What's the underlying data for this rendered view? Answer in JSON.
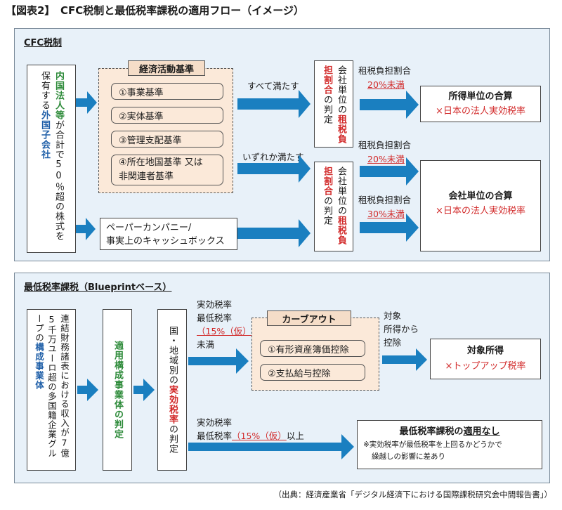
{
  "title": "【図表2】　CFC税制と最低税率課税の適用フロー（イメージ）",
  "cfc": {
    "section": "CFC税制",
    "left_pre": "株式を保有する",
    "left_green": "内国法人等",
    "left_mid": "が合計で50％超の",
    "left_blue": "外国子会社",
    "header": "経済活動基準",
    "criteria": [
      "①事業基準",
      "②実体基準",
      "③管理支配基準",
      "④所在地国基準 又は",
      "非関連者基準"
    ],
    "paper1": "ペーパーカンパニー/",
    "paper2": "事実上のキャッシュボックス",
    "cond_all": "すべて満たす",
    "cond_any": "いずれか満たす",
    "judge_red": "負担割合",
    "judge_mid": "の判定",
    "judge_pre": "会社単位の",
    "judge_red2": "租税",
    "rate_label": "租税負担割合",
    "rate1": "20%未満",
    "rate2": "20%未満",
    "rate3": "30%未満",
    "out1_title": "所得単位の合算",
    "out1_sub": "×日本の法人実効税率",
    "out2_title": "会社単位の合算",
    "out2_sub": "×日本の法人実効税率"
  },
  "minimum": {
    "section": "最低税率課税（Blueprintベース）",
    "col1_pre": "連結財務諸表における収入が7億5千万ユーロ超の多国籍企業グループの",
    "col1_blue": "構成事業体",
    "col2_green": "適用構成事業体の判定",
    "col3_pre": "国・地域別の",
    "col3_red": "実効税率",
    "col3_post": "の判定",
    "upper1": "実効税率",
    "upper2": "最低税率",
    "upper_rate": "（15%（仮）",
    "upper3": "未満",
    "carveout": "カーブアウト",
    "carve_items": [
      "①有形資産簿価控除",
      "②支払給与控除"
    ],
    "target1": "対象",
    "target2": "所得から",
    "target3": "控除",
    "out_title": "対象所得",
    "out_sub": "×トップアップ税率",
    "lower1": "実効税率",
    "lower2a": "最低税率",
    "lower_rate": "（15%（仮）",
    "lower2b": "以上",
    "na_title_a": "最低税率課税の",
    "na_title_b": "適用なし",
    "na_note1": "※実効税率が最低税率を上回るかどうかで",
    "na_note2": "繰越しの影響に差あり"
  },
  "source": "（出典：経済産業省「デジタル経済下における国際課税研究会中間報告書」）",
  "colors": {
    "arrow": "#1a7fc0",
    "panel": "#e8f1f9",
    "peach": "#fbe9d9",
    "red": "#d22b2b",
    "green": "#2e8b3a",
    "blue": "#1f5fa8"
  }
}
